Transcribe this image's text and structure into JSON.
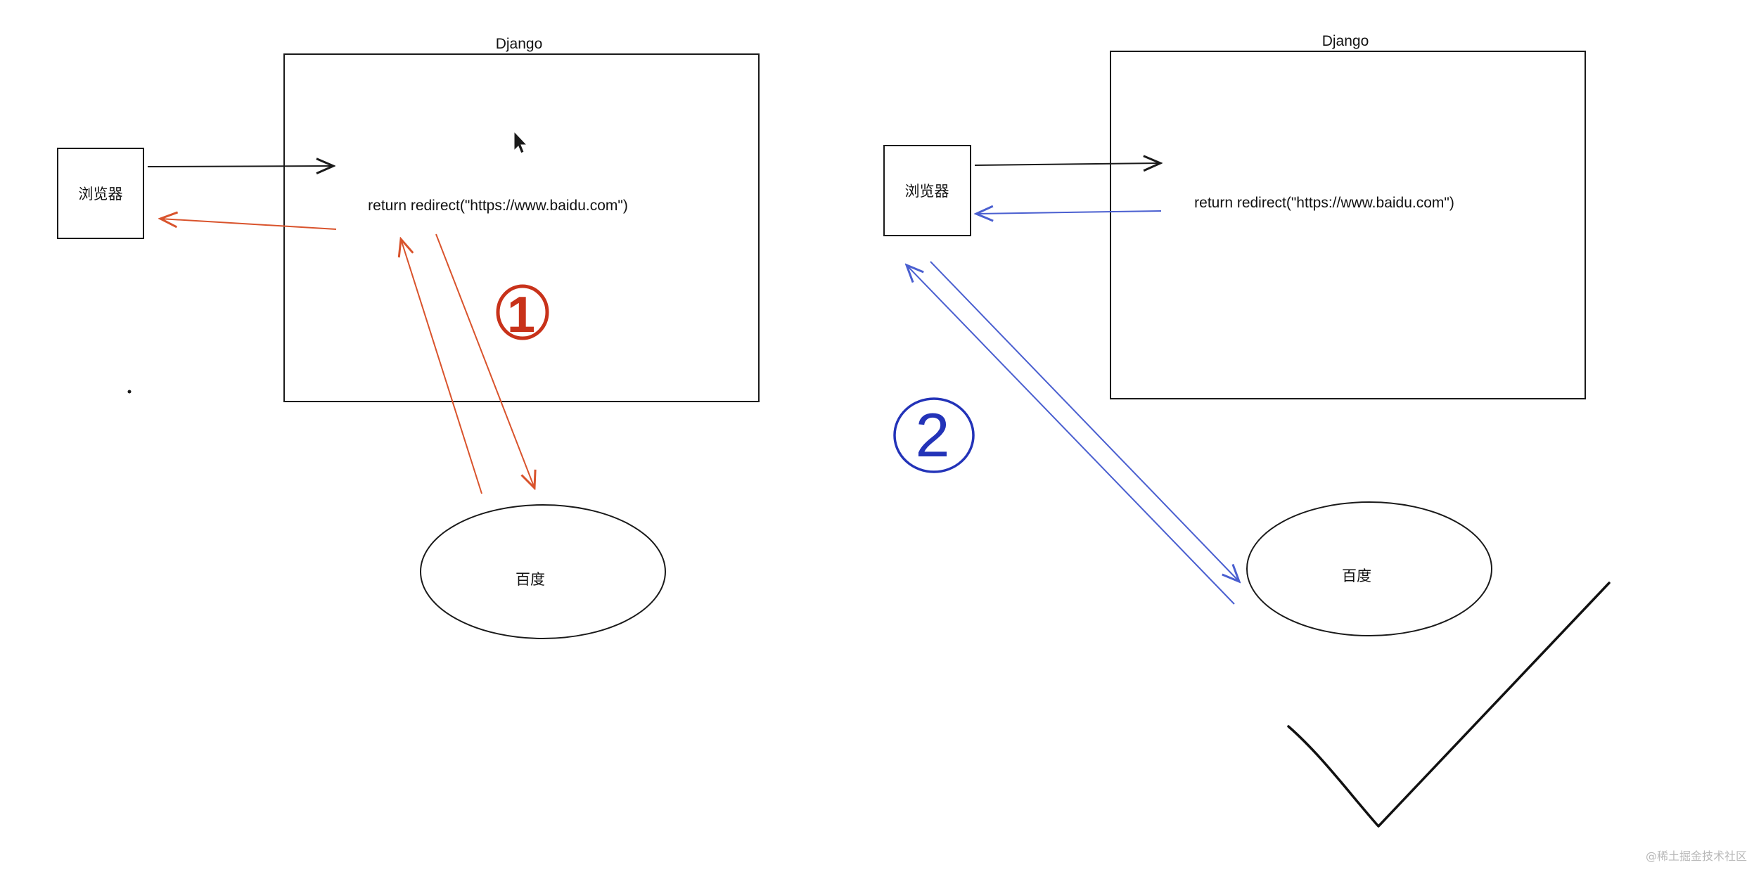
{
  "left_diagram": {
    "server_title": "Django",
    "browser_label": "浏览器",
    "code_text": "return redirect(\"https://www.baidu.com\")",
    "target_label": "百度",
    "step_number": "1"
  },
  "right_diagram": {
    "server_title": "Django",
    "browser_label": "浏览器",
    "code_text": "return redirect(\"https://www.baidu.com\")",
    "target_label": "百度",
    "step_number": "2"
  },
  "colors": {
    "ink": "#1a1a1a",
    "step1_arrows": "#d9532c",
    "step1_number": "#c8321a",
    "step2_arrows": "#4a5fd0",
    "step2_number": "#2333b8"
  },
  "watermark": "@稀土掘金技术社区"
}
